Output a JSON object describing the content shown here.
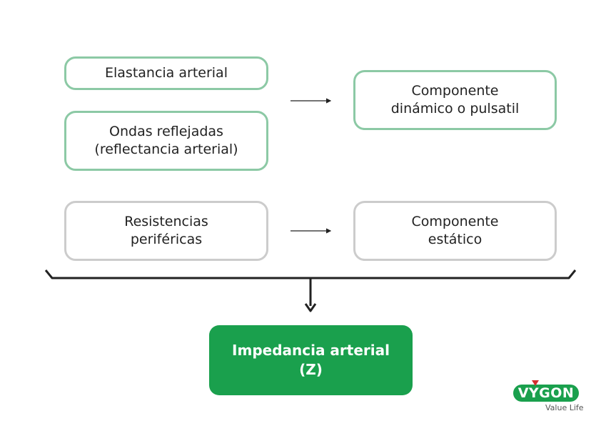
{
  "diagram": {
    "inputs": [
      {
        "text": "Elastancia arterial"
      },
      {
        "text": "Ondas reflejadas\n(reflectancia arterial)"
      },
      {
        "text": "Resistencias\nperiféricas"
      }
    ],
    "components": [
      {
        "text": "Componente\ndinámico o pulsatil"
      },
      {
        "text": "Componente\nestático"
      }
    ],
    "result": {
      "text": "Impedancia arterial\n(Z)"
    }
  },
  "logo": {
    "brand": "VYGON",
    "tagline": "Value Life"
  },
  "colors": {
    "green_border": "#8cc9a5",
    "gray_border": "#cccccc",
    "result_fill": "#1aa04d",
    "result_text": "#ffffff",
    "logo_green": "#1aa04d",
    "logo_red": "#d32f2f",
    "line": "#222222"
  }
}
